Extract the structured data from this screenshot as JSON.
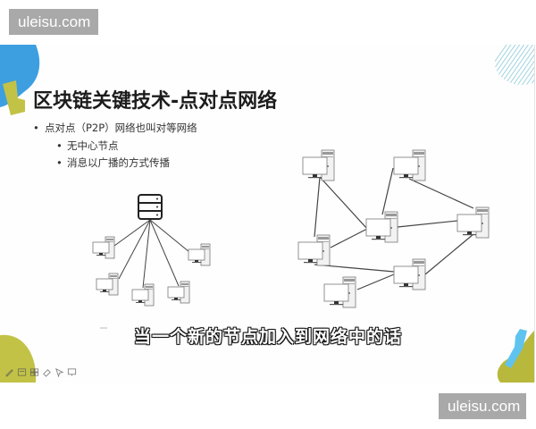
{
  "watermarks": {
    "top": "uleisu.com",
    "bottom": "uleisu.com"
  },
  "slide": {
    "title": "区块链关键技术-点对点网络",
    "bullets": [
      {
        "level": 1,
        "text": "点对点（P2P）网络也叫对等网络"
      },
      {
        "level": 2,
        "text": "无中心节点"
      },
      {
        "level": 2,
        "text": "消息以广播的方式传播"
      }
    ],
    "bullet_glyph": "•",
    "diagrams": {
      "centralized": {
        "center": "server-icon",
        "nodes": 5
      },
      "p2p": {
        "nodes": 7
      }
    },
    "colors": {
      "accent_blue": "#3d9fe0",
      "accent_olive": "#c2c247",
      "accent_lightblue": "#5fc3f0",
      "hatch": "#9fd3df"
    }
  },
  "subtitle": "当一个新的节点加入到网络中的话",
  "toolbar": [
    {
      "name": "pen-icon"
    },
    {
      "name": "slides-icon"
    },
    {
      "name": "grid-icon"
    },
    {
      "name": "eraser-icon"
    },
    {
      "name": "pointer-icon"
    },
    {
      "name": "screen-icon"
    }
  ]
}
